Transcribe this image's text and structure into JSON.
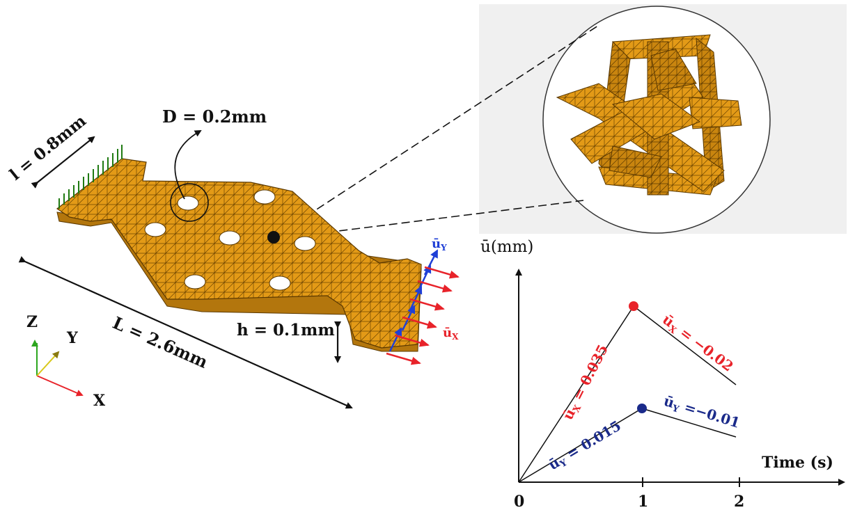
{
  "labels": {
    "width_l": "l = 0.8mm",
    "diameter": "D = 0.2mm",
    "length_L": "L = 2.6mm",
    "height_h": "h = 0.1mm",
    "load_uy": "ū",
    "load_uy_sub": "Y",
    "load_ux": "ū",
    "load_ux_sub": "X"
  },
  "triad": {
    "z": "Z",
    "y": "Y",
    "x": "X"
  },
  "plot": {
    "ylabel": "ū(mm)",
    "xlabel": "Time (s)",
    "ticks": [
      "0",
      "1",
      "2"
    ],
    "ux_up": "ū",
    "ux_up_sub": "X",
    "ux_up_eq": " = 0.035",
    "ux_down": "ū",
    "ux_down_sub": "X",
    "ux_down_eq": " = −0.02",
    "uy_up": "ū",
    "uy_up_sub": "Y",
    "uy_up_eq": " = 0.015",
    "uy_down": "ū",
    "uy_down_sub": "Y",
    "uy_down_eq": " =−0.01"
  },
  "colors": {
    "plate": "#e39a17",
    "mesh": "#6b4300",
    "fixed": "#1f7a12",
    "red": "#e8232a",
    "blue": "#1f3fd6",
    "navy": "#1a2a8a"
  }
}
